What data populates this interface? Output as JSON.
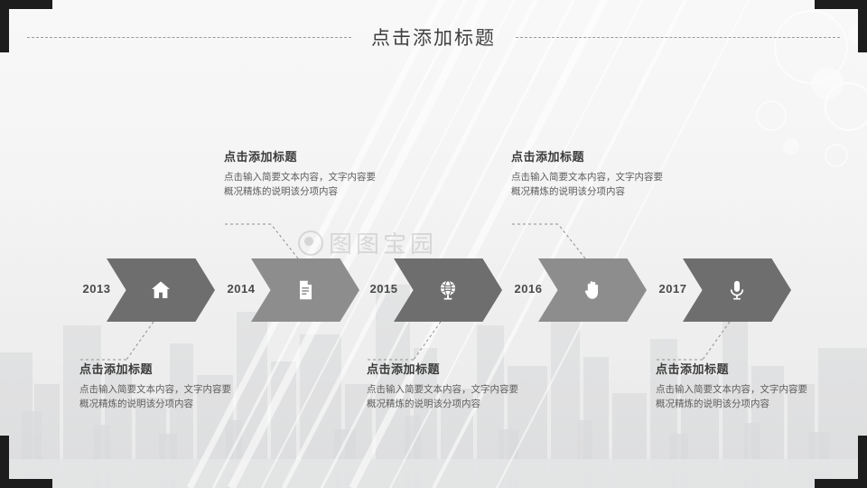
{
  "slide": {
    "title": "点击添加标题",
    "watermark": "图图宝园",
    "background_color": "#f2f2f2",
    "corner_color": "#1d1d1d"
  },
  "timeline": {
    "milestones": [
      {
        "year": "2013",
        "icon": "home-icon",
        "chevron_color": "#6e6e6e",
        "position": "below",
        "heading": "点击添加标题",
        "body": "点击输入简要文本内容，文字内容要概况精炼的说明该分项内容"
      },
      {
        "year": "2014",
        "icon": "document-icon",
        "chevron_color": "#8d8d8d",
        "position": "above",
        "heading": "点击添加标题",
        "body": "点击输入简要文本内容，文字内容要概况精炼的说明该分项内容"
      },
      {
        "year": "2015",
        "icon": "globe-icon",
        "chevron_color": "#6e6e6e",
        "position": "below",
        "heading": "点击添加标题",
        "body": "点击输入简要文本内容，文字内容要概况精炼的说明该分项内容"
      },
      {
        "year": "2016",
        "icon": "hand-icon",
        "chevron_color": "#8d8d8d",
        "position": "above",
        "heading": "点击添加标题",
        "body": "点击输入简要文本内容，文字内容要概况精炼的说明该分项内容"
      },
      {
        "year": "2017",
        "icon": "microphone-icon",
        "chevron_color": "#6e6e6e",
        "position": "below",
        "heading": "点击添加标题",
        "body": "点击输入简要文本内容，文字内容要概况精炼的说明该分项内容"
      }
    ]
  }
}
